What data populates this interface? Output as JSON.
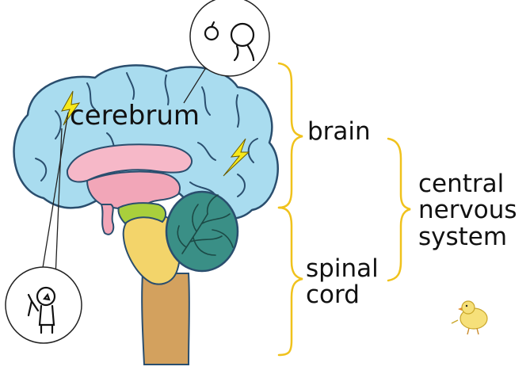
{
  "labels": {
    "cerebrum": "cerebrum",
    "brain": "brain",
    "spinal_cord": [
      "spinal",
      "cord"
    ],
    "cns": [
      "central",
      "nervous",
      "system"
    ]
  },
  "colors": {
    "cerebrum": "#a9dcef",
    "cerebrum_outline": "#2a4e6e",
    "corpus_callosum": "#f6b8c8",
    "diencephalon": "#f2a6b8",
    "midbrain": "#a9cf3c",
    "pons_medulla": "#f3d46a",
    "spinal_cord": "#d3a15e",
    "cerebellum": "#3a8f86",
    "bracket": "#f0c21c",
    "lightning": "#f7e81a"
  },
  "icons": [
    "lightning-bolt-icon",
    "stick-figure-icon",
    "thought-bubble-icon",
    "chick-icon"
  ]
}
